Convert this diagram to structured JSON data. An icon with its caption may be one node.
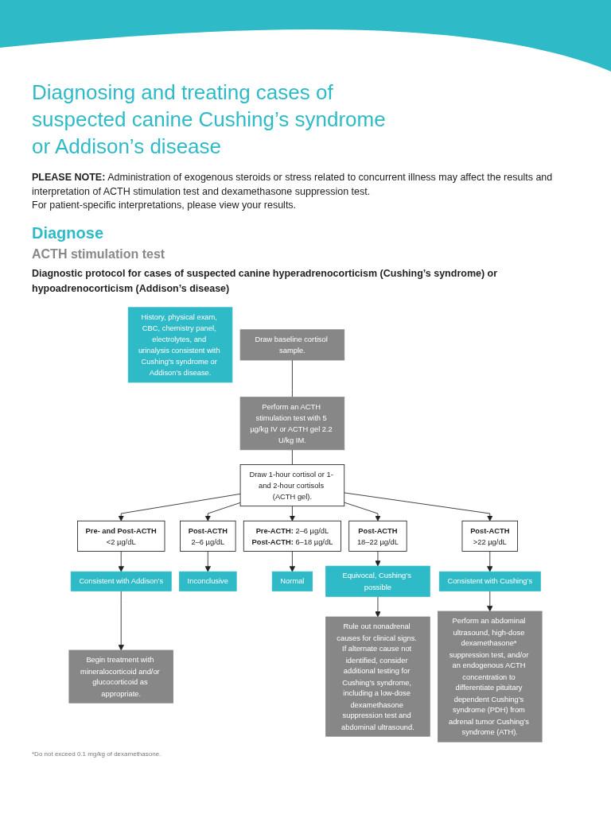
{
  "diagram": {
    "title": "Diagnosing and treating cases of suspected canine Cushing’s syndrome or Addison’s disease",
    "nodes": [
      {
        "text": [
          "History, physical exam, CBC, chemistry panel, electrolytes, and urinalysis consistent with Cushing’s syndrome or Addison’s disease."
        ]
      },
      {
        "text": [
          "Draw baseline cortisol sample."
        ]
      },
      {
        "text": [
          "Perform an ACTH stimulation test with 5 µg/kg IV or ACTH gel 2.2 U/kg IM."
        ]
      },
      {
        "text": [
          "Draw 1-hour cortisol or 1- and 2-hour cortisols (ACTH gel)."
        ]
      },
      {
        "text": [
          "Pre- and Post-ACTH",
          "<2 µg/dL"
        ]
      },
      {
        "text": [
          "Post-ACTH",
          "2–6 µg/dL"
        ]
      },
      {
        "text": [
          "**Pre-ACTH:** 2–6 µg/dL",
          "**Post-ACTH:** 6–18 µg/dL"
        ]
      },
      {
        "text": [
          "Post-ACTH",
          "18–22 µg/dL"
        ]
      },
      {
        "text": [
          "Post-ACTH",
          ">22 µg/dL"
        ]
      },
      {
        "text": [
          "Consistent with Addison’s"
        ]
      },
      {
        "text": [
          "Inconclusive"
        ]
      },
      {
        "text": [
          "Normal"
        ]
      },
      {
        "text": [
          "Equivocal, Cushing’s possible"
        ]
      },
      {
        "text": [
          "Consistent with Cushing’s"
        ]
      },
      {
        "text": [
          "Begin treatment with mineralocorticoid and/or glucocorticoid as appropriate."
        ]
      },
      {
        "text": [
          "Rule out nonadrenal causes for clinical signs. If alternate cause not identified, consider additional testing for Cushing’s syndrome, including a low-dose dexamethasone suppression test and abdominal ultrasound."
        ]
      },
      {
        "text": [
          "Perform an abdominal ultrasound, high-dose dexamethasone* suppression test, and/or an endogenous ACTH concentration to differentiate pituitary dependent Cushing’s syndrome (PDH) from adrenal tumor Cushing’s syndrome (ATH)."
        ]
      }
    ],
    "edges": [
      {
        "from": 1,
        "to": 2,
        "arrow": "none"
      },
      {
        "from": 2,
        "to": 3,
        "arrow": "none"
      },
      {
        "from": 3,
        "to": 4,
        "arrow": "to"
      },
      {
        "from": 3,
        "to": 5,
        "arrow": "to"
      },
      {
        "from": 3,
        "to": 6,
        "arrow": "to"
      },
      {
        "from": 3,
        "to": 7,
        "arrow": "to"
      },
      {
        "from": 3,
        "to": 8,
        "arrow": "to"
      },
      {
        "from": 4,
        "to": 9,
        "arrow": "to"
      },
      {
        "from": 5,
        "to": 10,
        "arrow": "to"
      },
      {
        "from": 6,
        "to": 11,
        "arrow": "to"
      },
      {
        "from": 7,
        "to": 12,
        "arrow": "to"
      },
      {
        "from": 8,
        "to": 13,
        "arrow": "to"
      },
      {
        "from": 9,
        "to": 14,
        "arrow": "to"
      },
      {
        "from": 12,
        "to": 15,
        "arrow": "to"
      },
      {
        "from": 13,
        "to": 16,
        "arrow": "to"
      }
    ],
    "labels": [
      "**PLEASE NOTE:** Administration of exogenous steroids or stress related to concurrent illness may affect the results and interpretation of ACTH stimulation test and dexamethasone suppression test.",
      "For patient-specific interpretations, please view your results.",
      "Diagnose",
      "ACTH stimulation test",
      "Diagnostic protocol for cases of suspected canine hyperadrenocorticism (Cushing’s syndrome) or hypoadrenocorticism (Addison’s disease)",
      "*Do not exceed 0.1 mg/kg of dexamethasone."
    ]
  }
}
